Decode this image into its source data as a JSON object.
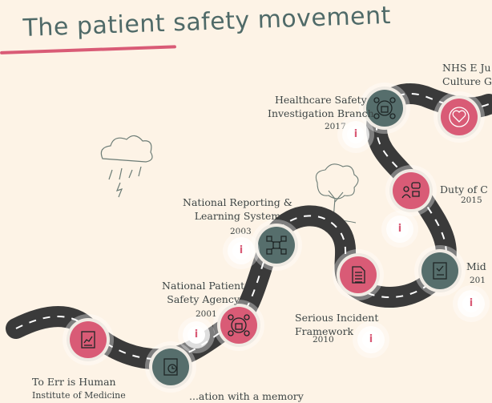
{
  "title": "The patient safety movement",
  "colors": {
    "accent": "#d95b76",
    "teal": "#566e6c",
    "road": "#383838",
    "background": "#fdf3e6"
  },
  "info_glyph": "i",
  "milestones": [
    {
      "id": "to-err",
      "label_lines": [
        "To Err is Human",
        "Institute of Medicine"
      ],
      "year": "",
      "color": "pink",
      "icon": "chart-report-icon"
    },
    {
      "id": "memory",
      "label_lines": [
        "...ation with a memory"
      ],
      "year": "",
      "color": "teal",
      "icon": "clock-report-icon"
    },
    {
      "id": "npsa",
      "label_lines": [
        "National Patient",
        "Safety Agency"
      ],
      "year": "2001",
      "color": "pink",
      "icon": "people-network-icon"
    },
    {
      "id": "nrls",
      "label_lines": [
        "National Reporting &",
        "Learning System"
      ],
      "year": "2003",
      "color": "teal",
      "icon": "network-nodes-icon"
    },
    {
      "id": "sif",
      "label_lines": [
        "Serious Incident",
        "Framework"
      ],
      "year": "2010",
      "color": "pink",
      "icon": "document-icon"
    },
    {
      "id": "mid",
      "label_lines": [
        "Mid"
      ],
      "year": "201",
      "color": "teal",
      "icon": "checklist-icon"
    },
    {
      "id": "candour",
      "label_lines": [
        "Duty of C"
      ],
      "year": "2015",
      "color": "pink",
      "icon": "conversation-icon"
    },
    {
      "id": "hsib",
      "label_lines": [
        "Healthcare Safety",
        "Investigation Branch"
      ],
      "year": "2017",
      "color": "teal",
      "icon": "people-network-icon"
    },
    {
      "id": "nhse",
      "label_lines": [
        "NHS E Ju",
        "Culture G"
      ],
      "year": "",
      "color": "pink",
      "icon": "heart-icon"
    }
  ]
}
